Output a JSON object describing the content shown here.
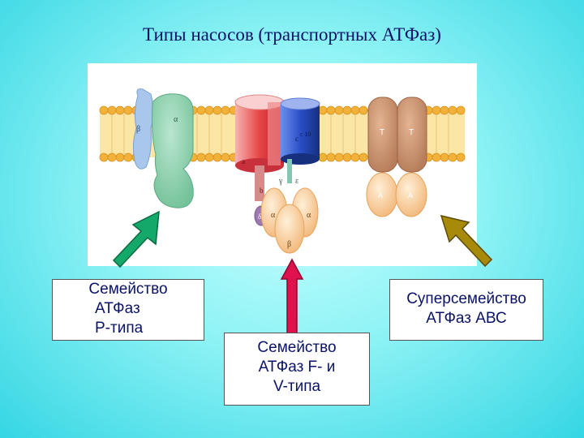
{
  "slide": {
    "title": "Типы насосов (транспортных АТФаз)"
  },
  "diagram": {
    "p_type": {
      "subunit_alpha": "α",
      "subunit_beta": "β"
    },
    "f_type": {
      "label_a": "a",
      "label_b": "b",
      "label_c": "c",
      "label_c10": "c 10",
      "label_gamma": "γ",
      "label_epsilon": "ε",
      "label_delta": "δ",
      "label_alpha_left": "α",
      "label_alpha_right": "α",
      "label_beta": "β"
    },
    "abc": {
      "label_t_left": "T",
      "label_t_right": "T",
      "label_a_left": "A",
      "label_a_right": "A"
    }
  },
  "boxes": {
    "p_type": {
      "line1": "Семейство",
      "line2": "АТФаз",
      "line3": "Р-типа"
    },
    "f_v_type": {
      "line1": "Семейство",
      "line2": "АТФаз F- и",
      "line3": "V-типа"
    },
    "abc": {
      "line1": "Суперсемейство",
      "line2": "АТФаз АВС"
    }
  },
  "colors": {
    "membrane_head": "#f2b23a",
    "membrane_tail": "#fbe6a6",
    "arrow_green": "#14a86a",
    "arrow_red": "#e0124e",
    "arrow_olive": "#a88a0a",
    "title_text": "#0a1266"
  }
}
